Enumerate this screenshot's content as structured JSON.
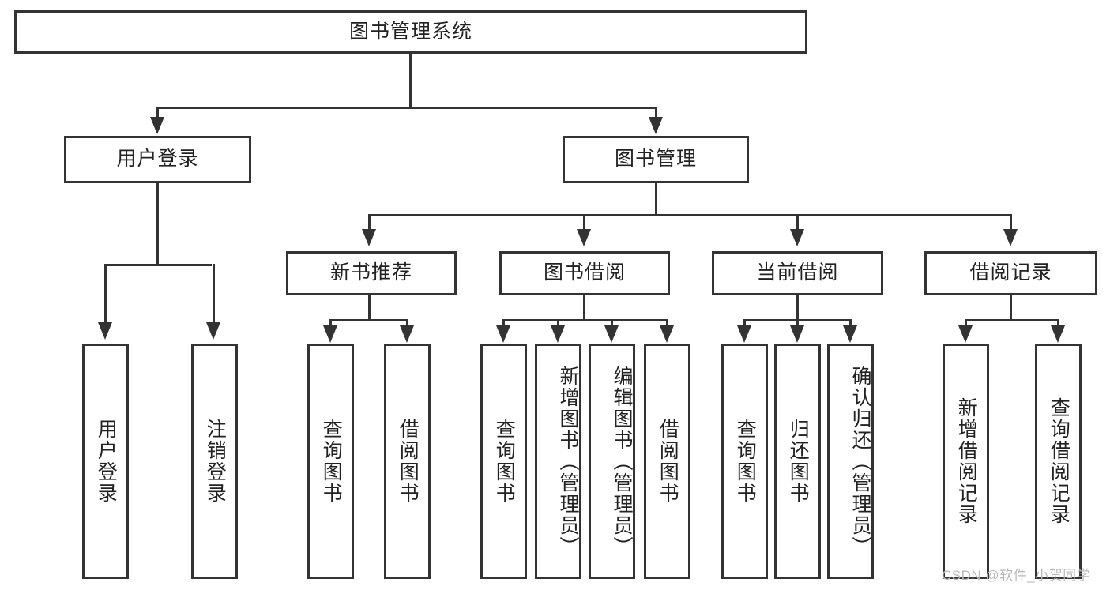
{
  "diagram": {
    "type": "tree-hierarchy",
    "root": {
      "label": "图书管理系统"
    },
    "level2": [
      {
        "label": "用户登录"
      },
      {
        "label": "图书管理"
      }
    ],
    "level3": [
      {
        "label": "新书推荐"
      },
      {
        "label": "图书借阅"
      },
      {
        "label": "当前借阅"
      },
      {
        "label": "借阅记录"
      }
    ],
    "leaves": {
      "user_login": [
        {
          "label": "用户登录"
        },
        {
          "label": "注销登录"
        }
      ],
      "new_book_recommend": [
        {
          "label": "查询图书"
        },
        {
          "label": "借阅图书"
        }
      ],
      "book_borrow": [
        {
          "label": "查询图书"
        },
        {
          "label": "新增图书（管理员）"
        },
        {
          "label": "编辑图书（管理员）"
        },
        {
          "label": "借阅图书"
        }
      ],
      "current_borrow": [
        {
          "label": "查询图书"
        },
        {
          "label": "归还图书"
        },
        {
          "label": "确认归还（管理员）"
        }
      ],
      "borrow_record": [
        {
          "label": "新增借阅记录"
        },
        {
          "label": "查询借阅记录"
        }
      ]
    }
  },
  "watermark": {
    "text": "CSDN @软件_小贺同学"
  },
  "colors": {
    "line": "#333333",
    "background": "#ffffff",
    "text": "#222222",
    "watermark": "#b8b8b8"
  }
}
